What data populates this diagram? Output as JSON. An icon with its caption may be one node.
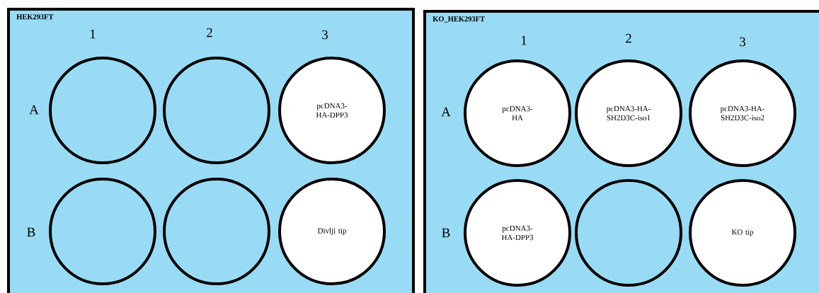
{
  "diagram": {
    "nodes": [
      {
        "text": [
          "HEK293FT"
        ]
      },
      {
        "text": [],
        "shape": "circle",
        "in": 0
      },
      {
        "text": [],
        "shape": "circle",
        "in": 0
      },
      {
        "text": [
          "pcDNA3-HA-DPP3"
        ],
        "in": 0
      },
      {
        "text": [],
        "shape": "circle",
        "in": 0
      },
      {
        "text": [],
        "shape": "circle",
        "in": 0
      },
      {
        "text": [
          "Divlji tip"
        ],
        "in": 0
      },
      {
        "text": [
          "KO_HEK293FT"
        ]
      },
      {
        "text": [
          "pcDNA3-HA"
        ],
        "in": 7
      },
      {
        "text": [
          "pcDNA3-HA-SH2D3C-iso1"
        ],
        "in": 7
      },
      {
        "text": [
          "pcDNA3-HA-SH2D3C-iso2"
        ],
        "in": 7
      },
      {
        "text": [
          "pcDNA3-HA-DPP3"
        ],
        "in": 7
      },
      {
        "text": [],
        "shape": "circle",
        "in": 7
      },
      {
        "text": [
          "KO tip"
        ],
        "in": 7
      }
    ],
    "labels": [
      "1",
      "2",
      "3",
      "A",
      "B",
      "1",
      "2",
      "3",
      "A",
      "B"
    ]
  }
}
